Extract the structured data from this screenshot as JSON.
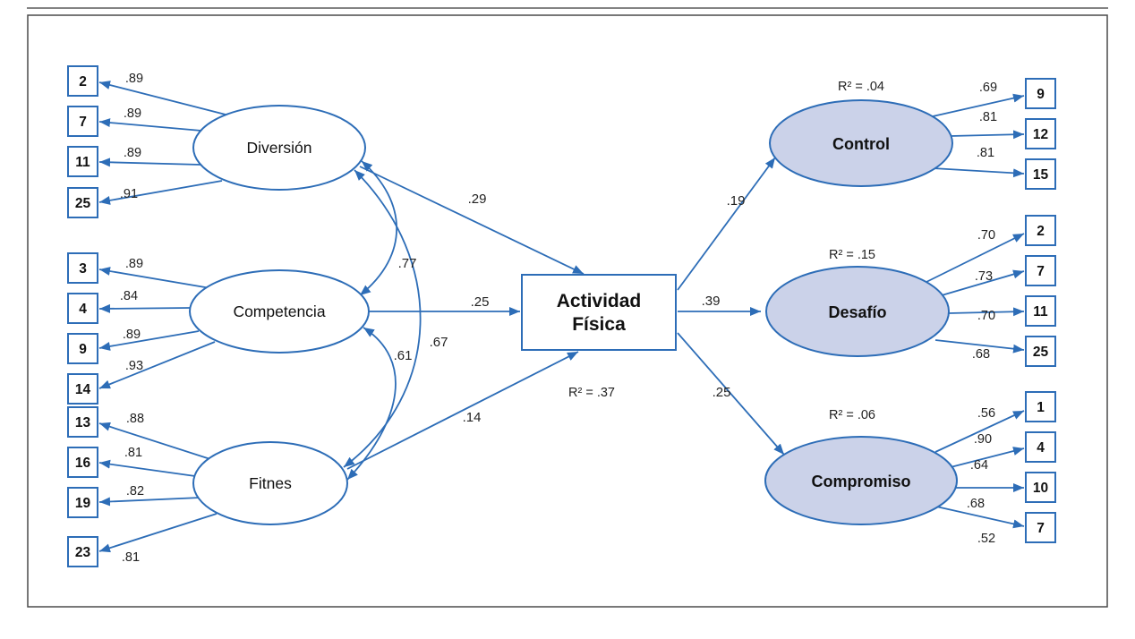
{
  "figure": {
    "center_box": {
      "line1": "Actividad",
      "line2": "Física",
      "r2_label": "R² = .37"
    },
    "left": [
      {
        "name": "Diversión",
        "coef": ".29",
        "boxes": [
          "2",
          "7",
          "11",
          "25"
        ],
        "loadings": [
          ".89",
          ".89",
          ".89",
          ".91"
        ]
      },
      {
        "name": "Competencia",
        "coef": ".25",
        "boxes": [
          "3",
          "4",
          "9",
          "14"
        ],
        "loadings": [
          ".89",
          ".84",
          ".89",
          ".93"
        ]
      },
      {
        "name": "Fitnes",
        "coef": ".14",
        "boxes": [
          "13",
          "16",
          "19",
          "23"
        ],
        "loadings": [
          ".88",
          ".81",
          ".82",
          ".81"
        ]
      }
    ],
    "correlations": [
      {
        "pair": "Diversión–Competencia",
        "value": ".77"
      },
      {
        "pair": "Competencia–Fitnes",
        "value": ".61"
      },
      {
        "pair": "Diversión–Fitnes",
        "value": ".67"
      }
    ],
    "right": [
      {
        "name": "Control",
        "coef": ".19",
        "r2_label": "R² = .04",
        "boxes": [
          "9",
          "12",
          "15"
        ],
        "loadings": [
          ".69",
          ".81",
          ".81"
        ]
      },
      {
        "name": "Desafío",
        "coef": ".39",
        "r2_label": "R² = .15",
        "boxes": [
          "2",
          "7",
          "11",
          "25"
        ],
        "loadings": [
          ".70",
          ".73",
          ".70",
          ".68"
        ]
      },
      {
        "name": "Compromiso",
        "coef": ".25",
        "r2_label": "R² = .06",
        "boxes": [
          "1",
          "4",
          "10",
          "7"
        ],
        "loadings": [
          ".56",
          ".90",
          ".64",
          ".68",
          ".52"
        ]
      }
    ],
    "colors": {
      "line_blue": "#2d6db7",
      "right_ellipse_fill": "#cbd2e9",
      "frame": "#4a4a4a"
    }
  }
}
